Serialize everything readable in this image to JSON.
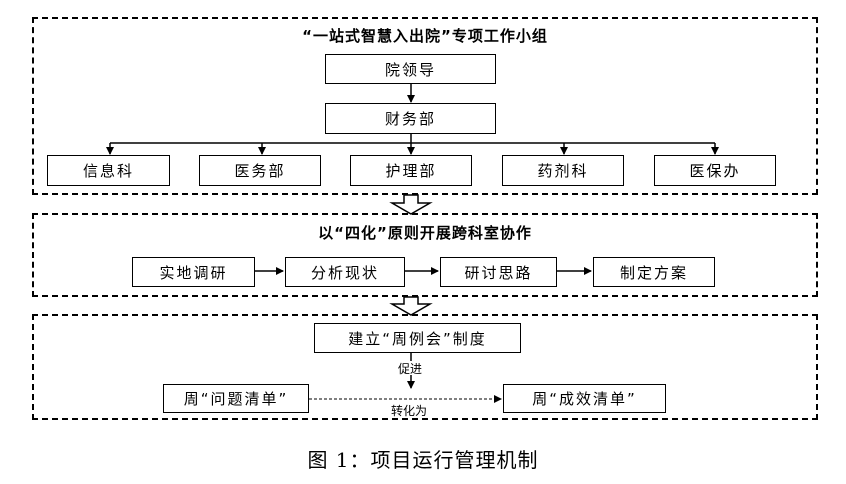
{
  "section1": {
    "title": "“一站式智慧入出院”专项工作小组",
    "leader": "院领导",
    "finance": "财务部",
    "departments": [
      "信息科",
      "医务部",
      "护理部",
      "药剂科",
      "医保办"
    ]
  },
  "section2": {
    "title": "以“四化”原则开展跨科室协作",
    "steps": [
      "实地调研",
      "分析现状",
      "研讨思路",
      "制定方案"
    ]
  },
  "section3": {
    "meeting": "建立“周例会”制度",
    "promote_label": "促进",
    "problem_list": "周“问题清单”",
    "result_list": "周“成效清单”",
    "transform_label": "转化为"
  },
  "caption": "图 1：项目运行管理机制"
}
